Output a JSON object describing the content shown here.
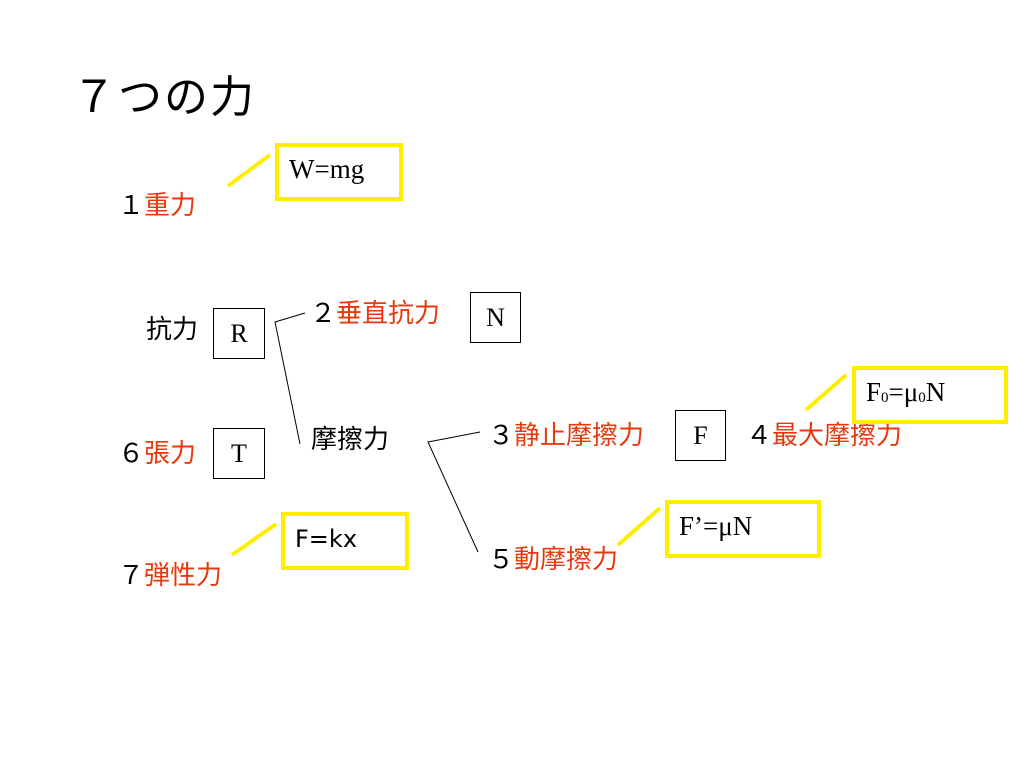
{
  "title": "７つの力",
  "forces": {
    "gravity": {
      "num": "１",
      "name": "重力",
      "formula": "W=mg"
    },
    "resistance": {
      "name": "抗力",
      "symbol": "R"
    },
    "normal": {
      "num": "２",
      "name": "垂直抗力",
      "symbol": "N"
    },
    "friction": {
      "name": "摩擦力"
    },
    "static": {
      "num": "３",
      "name": "静止摩擦力",
      "symbol": "F"
    },
    "max_static": {
      "num": "４",
      "name": "最大摩擦力",
      "formula_f": "F",
      "formula_sub0": "0",
      "formula_eq": "=μ",
      "formula_sub1": "0",
      "formula_n": "N"
    },
    "kinetic": {
      "num": "５",
      "name": "動摩擦力",
      "formula": "F’=μN"
    },
    "tension": {
      "num": "６",
      "name": "張力",
      "symbol": "T"
    },
    "elastic": {
      "num": "７",
      "name": "弾性力",
      "formula": "F=kx"
    }
  },
  "colors": {
    "highlight": "#e8380d",
    "box_border": "#ffee00",
    "connector": "#ffee00"
  }
}
